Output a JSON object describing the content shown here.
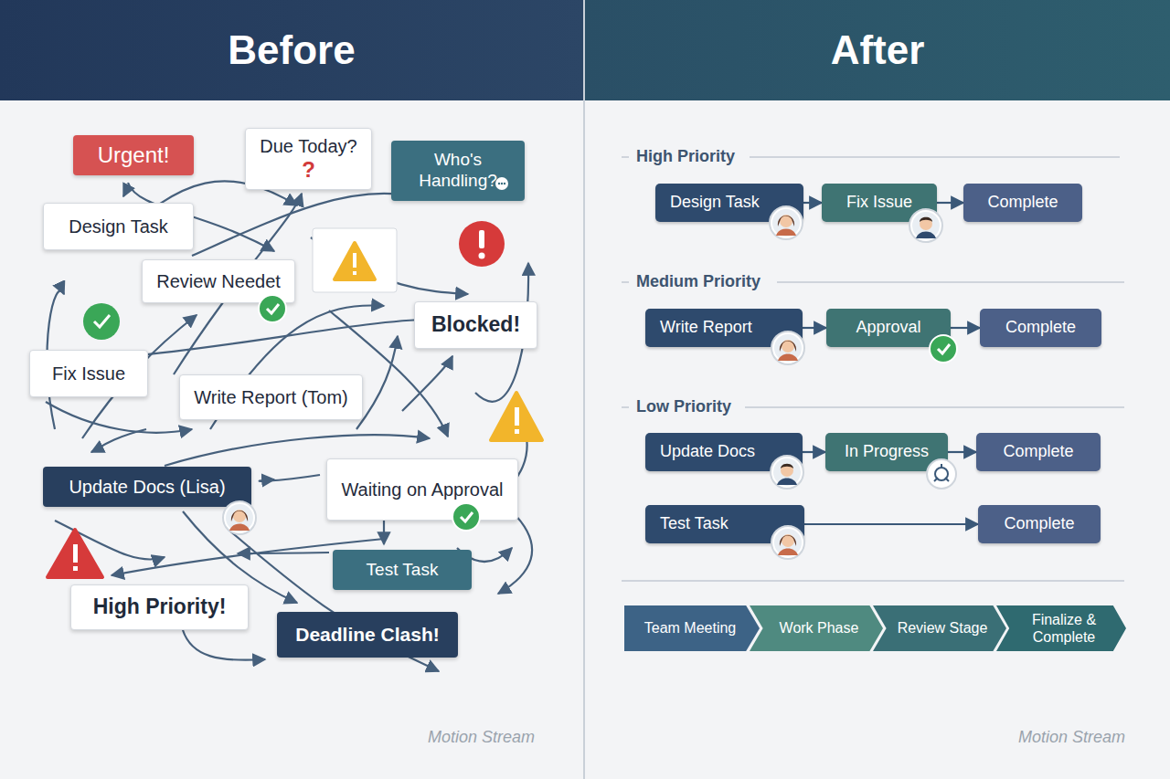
{
  "diagram": {
    "nodes": [
      {
        "text": [
          "Before"
        ]
      },
      {
        "text": [
          "After"
        ]
      },
      {
        "text": [
          "Urgent!"
        ]
      },
      {
        "text": [
          "Due Today?",
          "?"
        ]
      },
      {
        "text": [
          "Who's Handling?"
        ]
      },
      {
        "text": [
          "Design Task"
        ]
      },
      {
        "text": [
          "Review Needet"
        ]
      },
      {
        "text": [
          "Blocked!"
        ]
      },
      {
        "text": [
          "Fix Issue"
        ]
      },
      {
        "text": [
          "Write Report (Tom)"
        ]
      },
      {
        "text": [
          "Update Docs (Lisa)"
        ]
      },
      {
        "text": [
          "Waiting on Approval"
        ]
      },
      {
        "text": [
          "Test Task"
        ]
      },
      {
        "text": [
          "High Priority!"
        ]
      },
      {
        "text": [
          "Deadline Clash!"
        ]
      },
      {
        "text": [
          "Design Task"
        ]
      },
      {
        "text": [
          "Fix Issue"
        ]
      },
      {
        "text": [
          "Complete"
        ]
      },
      {
        "text": [
          "Write Report"
        ]
      },
      {
        "text": [
          "Approval"
        ]
      },
      {
        "text": [
          "Complete"
        ]
      },
      {
        "text": [
          "Update Docs"
        ]
      },
      {
        "text": [
          "In Progress"
        ]
      },
      {
        "text": [
          "Complete"
        ]
      },
      {
        "text": [
          "Test Task"
        ]
      },
      {
        "text": [
          "Complete"
        ]
      },
      {
        "text": [
          "Team Meeting"
        ]
      },
      {
        "text": [
          "Work Phase"
        ]
      },
      {
        "text": [
          "Review Stage"
        ]
      },
      {
        "text": [
          "Finalize & Complete"
        ]
      }
    ],
    "edges": [
      {
        "from": 15,
        "to": 16,
        "arrow": "to"
      },
      {
        "from": 16,
        "to": 17,
        "arrow": "to"
      },
      {
        "from": 18,
        "to": 19,
        "arrow": "to"
      },
      {
        "from": 19,
        "to": 20,
        "arrow": "to"
      },
      {
        "from": 21,
        "to": 22,
        "arrow": "to"
      },
      {
        "from": 22,
        "to": 23,
        "arrow": "to"
      },
      {
        "from": 24,
        "to": 25,
        "arrow": "to"
      }
    ],
    "labels": [
      "High Priority",
      "Medium Priority",
      "Low Priority",
      "Motion Stream",
      "Motion Stream"
    ]
  }
}
